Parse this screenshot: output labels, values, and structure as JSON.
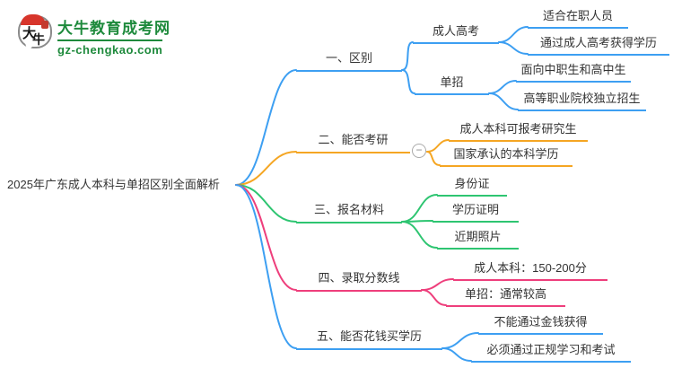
{
  "logo": {
    "icon_char1": "大",
    "icon_char2": "牛",
    "site_name": "大牛教育成考网",
    "site_url": "gz-chengkao.com"
  },
  "palette": {
    "blue": "#3d9ff2",
    "orange": "#f5a623",
    "green": "#2ec571",
    "pink": "#ee3f7c",
    "text": "#333333",
    "logo_green": "#1e8a3c",
    "logo_red": "#d7352b"
  },
  "root": {
    "label": "2025年广东成人本科与单招区别全面解析"
  },
  "branches": [
    {
      "label": "一、区别",
      "color": "blue",
      "children": [
        {
          "label": "成人高考",
          "children": [
            {
              "label": "适合在职人员"
            },
            {
              "label": "通过成人高考获得学历"
            }
          ]
        },
        {
          "label": "单招",
          "children": [
            {
              "label": "面向中职生和高中生"
            },
            {
              "label": "高等职业院校独立招生"
            }
          ]
        }
      ]
    },
    {
      "label": "二、能否考研",
      "color": "orange",
      "collapsible": true,
      "collapse_glyph": "−",
      "children": [
        {
          "label": "成人本科可报考研究生"
        },
        {
          "label": "国家承认的本科学历"
        }
      ]
    },
    {
      "label": "三、报名材料",
      "color": "green",
      "children": [
        {
          "label": "身份证"
        },
        {
          "label": "学历证明"
        },
        {
          "label": "近期照片"
        }
      ]
    },
    {
      "label": "四、录取分数线",
      "color": "pink",
      "children": [
        {
          "label": "成人本科：150-200分"
        },
        {
          "label": "单招：通常较高"
        }
      ]
    },
    {
      "label": "五、能否花钱买学历",
      "color": "blue",
      "children": [
        {
          "label": "不能通过金钱获得"
        },
        {
          "label": "必须通过正规学习和考试"
        }
      ]
    }
  ]
}
